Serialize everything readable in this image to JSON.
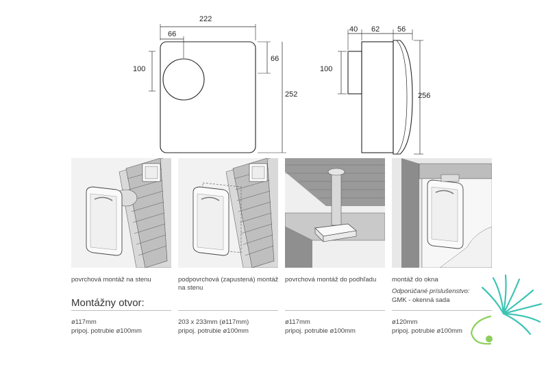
{
  "dimensions": {
    "front": {
      "width": "222",
      "offset_left": "66",
      "offset_top": "66",
      "hole": "100",
      "height": "252"
    },
    "side": {
      "depth1": "40",
      "depth2": "62",
      "depth3": "56",
      "hole": "100",
      "height": "256"
    }
  },
  "panels": [
    {
      "caption": "povrchová montáž na stenu",
      "spec_hole": "ø117mm",
      "spec_pipe": "pripoj. potrubie ø100mm"
    },
    {
      "caption": "podpovrchová (zapustená) montáž na stenu",
      "spec_hole": "203 x 233mm (ø117mm)",
      "spec_pipe": "pripoj. potrubie ø100mm"
    },
    {
      "caption": "povrchová montáž do podhľadu",
      "spec_hole": "ø117mm",
      "spec_pipe": "pripoj. potrubie ø100mm"
    },
    {
      "caption": "montáž do okna",
      "accessory_label": "Odporúčané príslušenstvo:",
      "accessory_value": "GMK - okenná sada",
      "spec_hole": "ø120mm",
      "spec_pipe": "pripoj. potrubie ø100mm"
    }
  ],
  "section_heading": "Montážny otvor:",
  "colors": {
    "logo_teal": "#3cc4b4",
    "logo_green": "#8ccf5a",
    "line": "#333333"
  }
}
